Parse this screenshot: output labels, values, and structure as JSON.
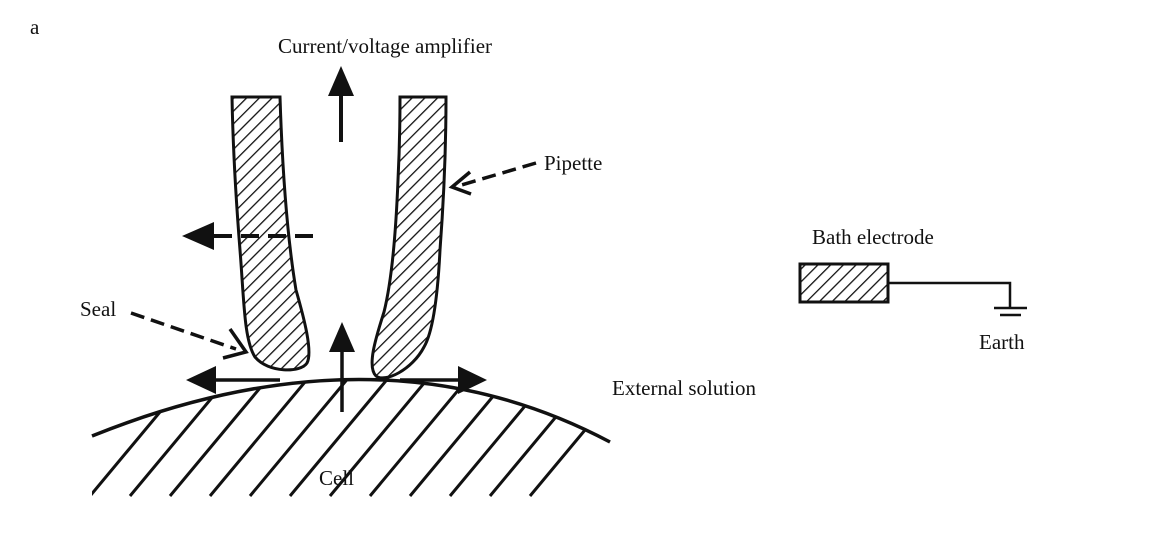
{
  "figure": {
    "panel_label": "a"
  },
  "labels": {
    "amplifier": "Current/voltage amplifier",
    "pipette": "Pipette",
    "seal": "Seal",
    "external_solution": "External solution",
    "cell": "Cell",
    "bath_electrode": "Bath electrode",
    "earth": "Earth"
  },
  "colors": {
    "ink": "#111111",
    "background": "#ffffff"
  }
}
